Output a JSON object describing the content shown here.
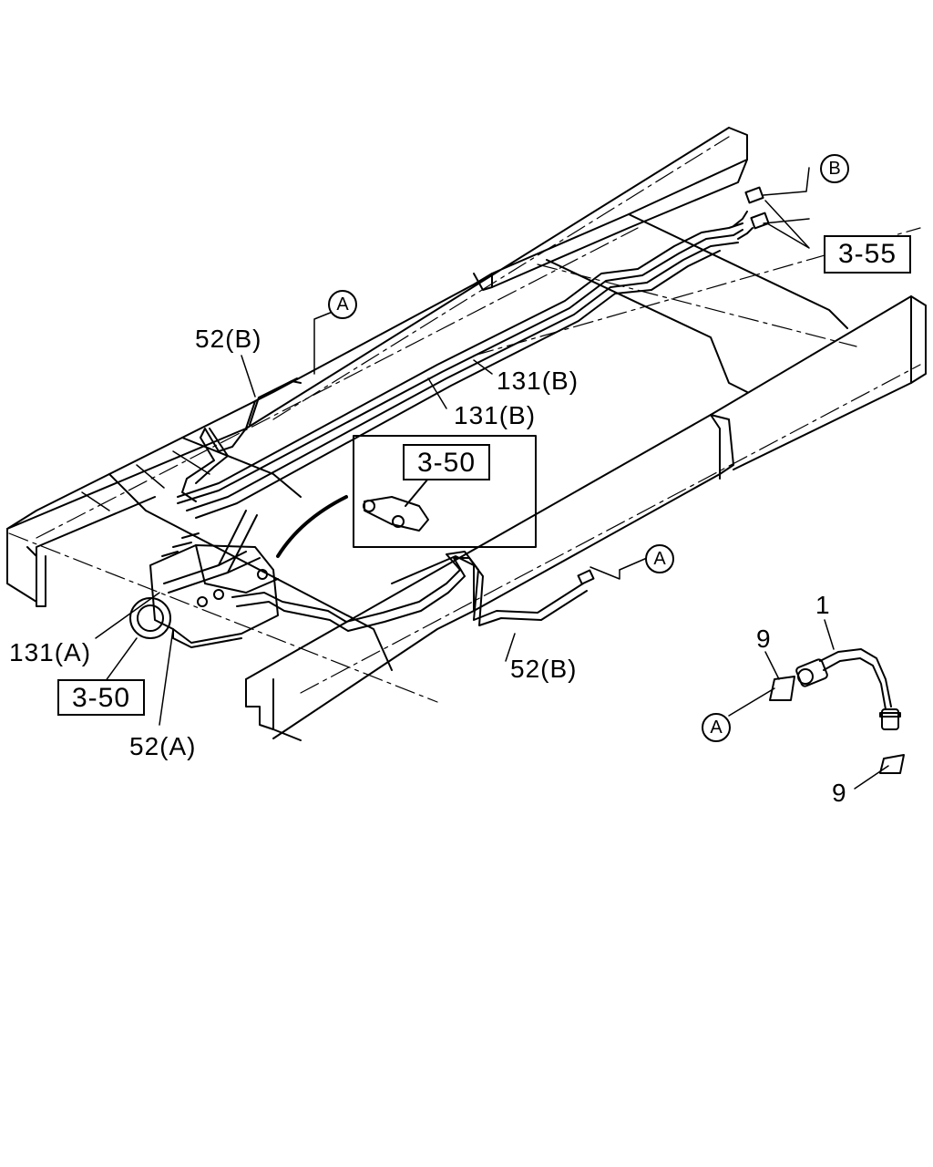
{
  "labels": {
    "ref_3_55": "3-55",
    "ref_3_50_inset": "3-50",
    "ref_3_50_bottom": "3-50",
    "pipe_52b_top": "52(B)",
    "pipe_52b_bottom": "52(B)",
    "pipe_131b_upper": "131(B)",
    "pipe_131b_lower": "131(B)",
    "pipe_131a": "131(A)",
    "pipe_52a": "52(A)",
    "hose_1": "1",
    "clip_9_upper": "9",
    "clip_9_lower": "9"
  },
  "markers": {
    "a_top": "A",
    "a_right": "A",
    "a_bottom": "A",
    "b_top": "B"
  },
  "colors": {
    "line": "#000000",
    "background": "#ffffff"
  }
}
